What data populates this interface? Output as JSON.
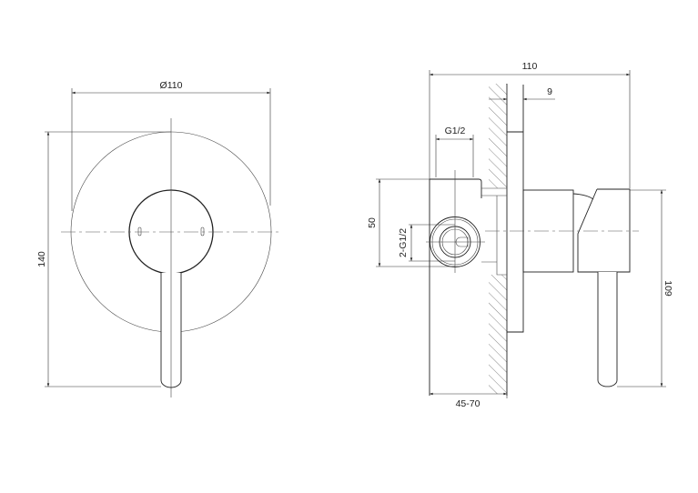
{
  "drawing": {
    "front_view": {
      "diameter_label": "Ø110",
      "height_label": "140"
    },
    "side_view": {
      "depth_label": "110",
      "plate_thickness_label": "9",
      "inlet_label": "G1/2",
      "body_height_label": "50",
      "connections_label": "2-G1/2",
      "wall_range_label": "45-70",
      "handle_height_label": "109"
    }
  }
}
